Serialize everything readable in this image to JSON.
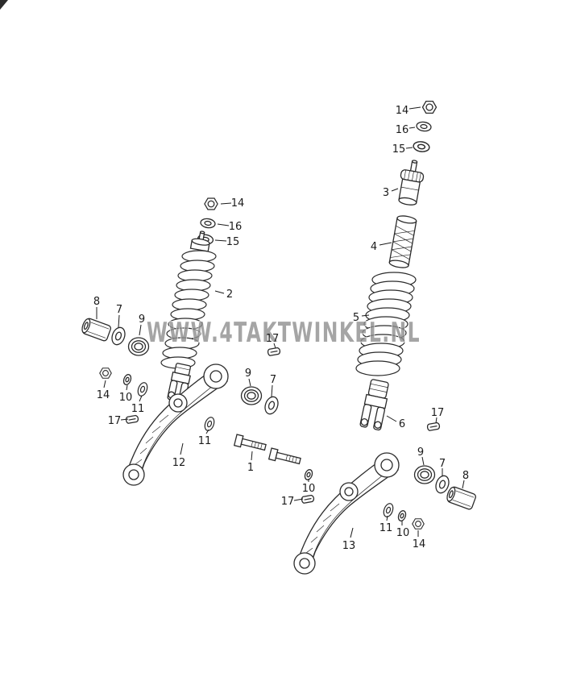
{
  "watermark": {
    "text": "WWW.4TAKTWINKEL.NL",
    "color": "#8f8f8f"
  },
  "colors": {
    "background": "#ffffff",
    "line": "#2b2b2b",
    "label": "#1b1b1b"
  },
  "diagram": {
    "description_visible_part_numbers": [
      "1",
      "2",
      "3",
      "4",
      "5",
      "6",
      "7",
      "8",
      "9",
      "10",
      "11",
      "12",
      "13",
      "14",
      "15",
      "16",
      "17"
    ],
    "labels": [
      "14",
      "16",
      "15",
      "3",
      "4",
      "5",
      "6",
      "14",
      "16",
      "15",
      "2",
      "8",
      "7",
      "9",
      "14",
      "10",
      "11",
      "17",
      "12",
      "17",
      "9",
      "7",
      "11",
      "1",
      "10",
      "17",
      "13",
      "11",
      "10",
      "14",
      "9",
      "7",
      "8",
      "17"
    ]
  }
}
